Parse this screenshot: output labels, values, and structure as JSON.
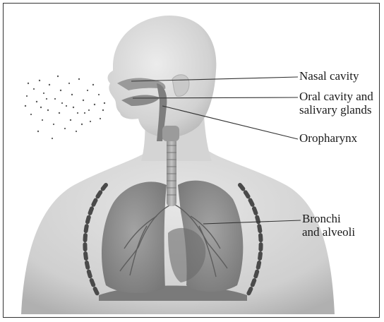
{
  "labels": {
    "nasal_cavity": "Nasal cavity",
    "oral_cavity_line1": "Oral cavity and",
    "oral_cavity_line2": "salivary glands",
    "oropharynx": "Oropharynx",
    "bronchi_line1": "Bronchi",
    "bronchi_line2": "and alveoli"
  },
  "colors": {
    "body_fill": "#d9d9d9",
    "body_shadow": "#bdbdbd",
    "lung_fill": "#8e8e8e",
    "lung_dark": "#6e6e6e",
    "trachea": "#a9a9a9",
    "rib": "#4a4a4a",
    "leader_line": "#333333"
  }
}
